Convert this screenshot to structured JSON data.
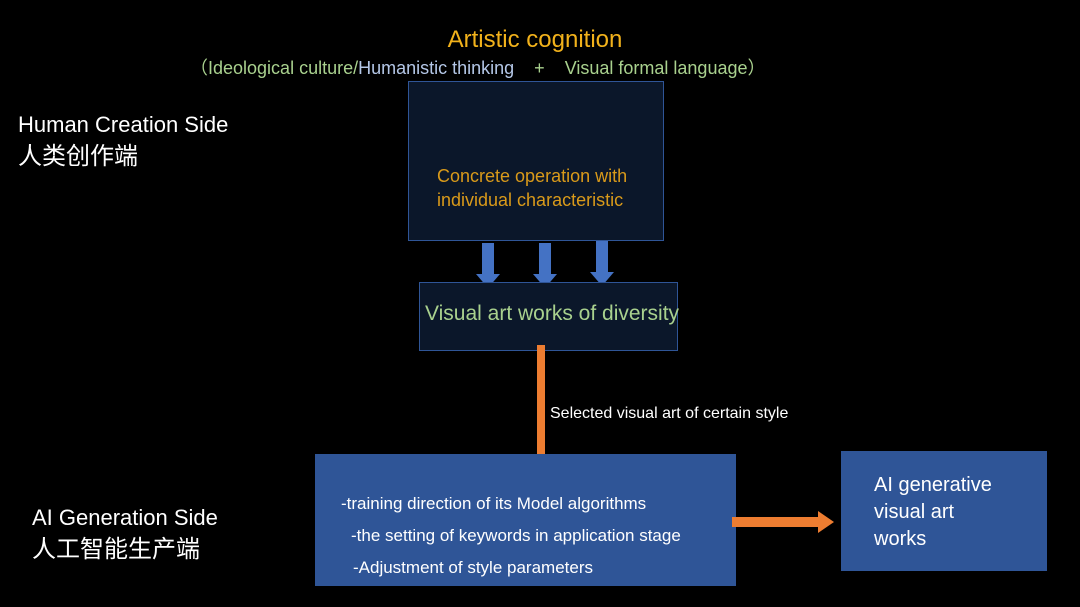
{
  "header": {
    "title": "Artistic cognition",
    "sub_open": "（Ideological culture/",
    "sub_humanistic": "Humanistic thinking",
    "sub_plus": "    +    ",
    "sub_visual": "Visual formal language）"
  },
  "human_side": {
    "en": "Human Creation Side",
    "zh": "人类创作端"
  },
  "ai_side": {
    "en": "AI Generation Side",
    "zh": "人工智能生产端"
  },
  "box_operation": {
    "line1": "Concrete operation with",
    "line2": "individual characteristic"
  },
  "box_diversity": "Visual art works of diversity",
  "arrow_label": "Selected visual art of certain style",
  "box_training": {
    "lines": [
      "-training direction of its Model algorithms",
      "-the setting of keywords in application stage",
      "-Adjustment of style parameters"
    ]
  },
  "box_output": {
    "line1": "AI generative",
    "line2": "visual art",
    "line3": "works"
  },
  "colors": {
    "orange": "#ed7d31",
    "blue": "#4472c4",
    "gold": "#f2b21b",
    "green": "#a9d18e"
  }
}
